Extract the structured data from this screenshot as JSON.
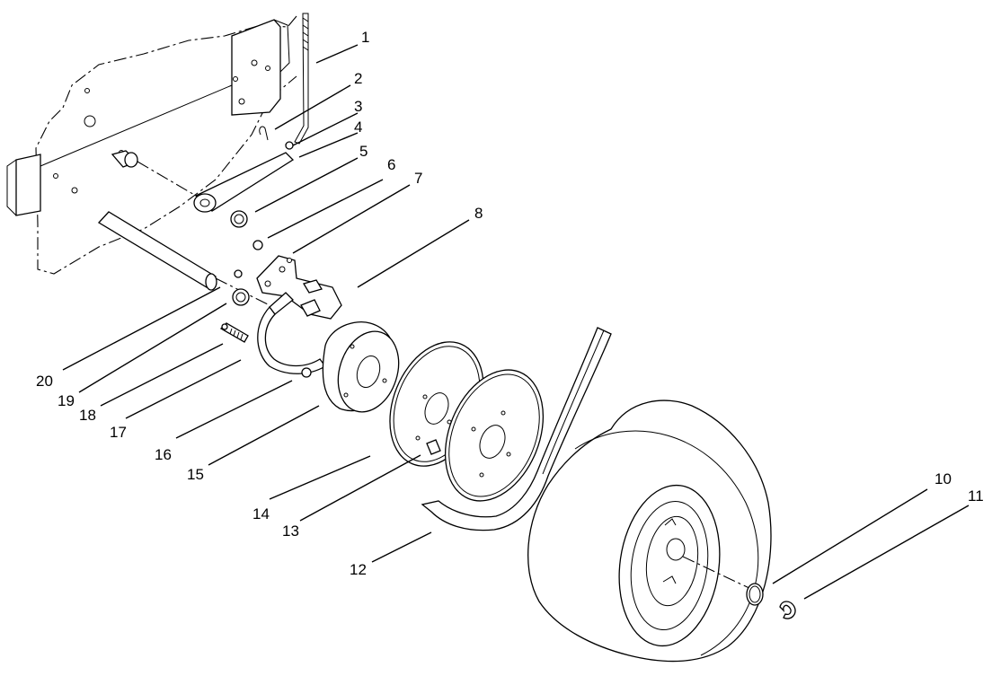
{
  "callouts": [
    {
      "id": "1",
      "label": "1"
    },
    {
      "id": "2",
      "label": "2"
    },
    {
      "id": "3",
      "label": "3"
    },
    {
      "id": "4",
      "label": "4"
    },
    {
      "id": "5",
      "label": "5"
    },
    {
      "id": "6",
      "label": "6"
    },
    {
      "id": "7",
      "label": "7"
    },
    {
      "id": "8",
      "label": "8"
    },
    {
      "id": "10",
      "label": "10"
    },
    {
      "id": "11",
      "label": "11"
    },
    {
      "id": "12",
      "label": "12"
    },
    {
      "id": "13",
      "label": "13"
    },
    {
      "id": "14",
      "label": "14"
    },
    {
      "id": "15",
      "label": "15"
    },
    {
      "id": "16",
      "label": "16"
    },
    {
      "id": "17",
      "label": "17"
    },
    {
      "id": "18",
      "label": "18"
    },
    {
      "id": "19",
      "label": "19"
    },
    {
      "id": "20",
      "label": "20"
    }
  ]
}
